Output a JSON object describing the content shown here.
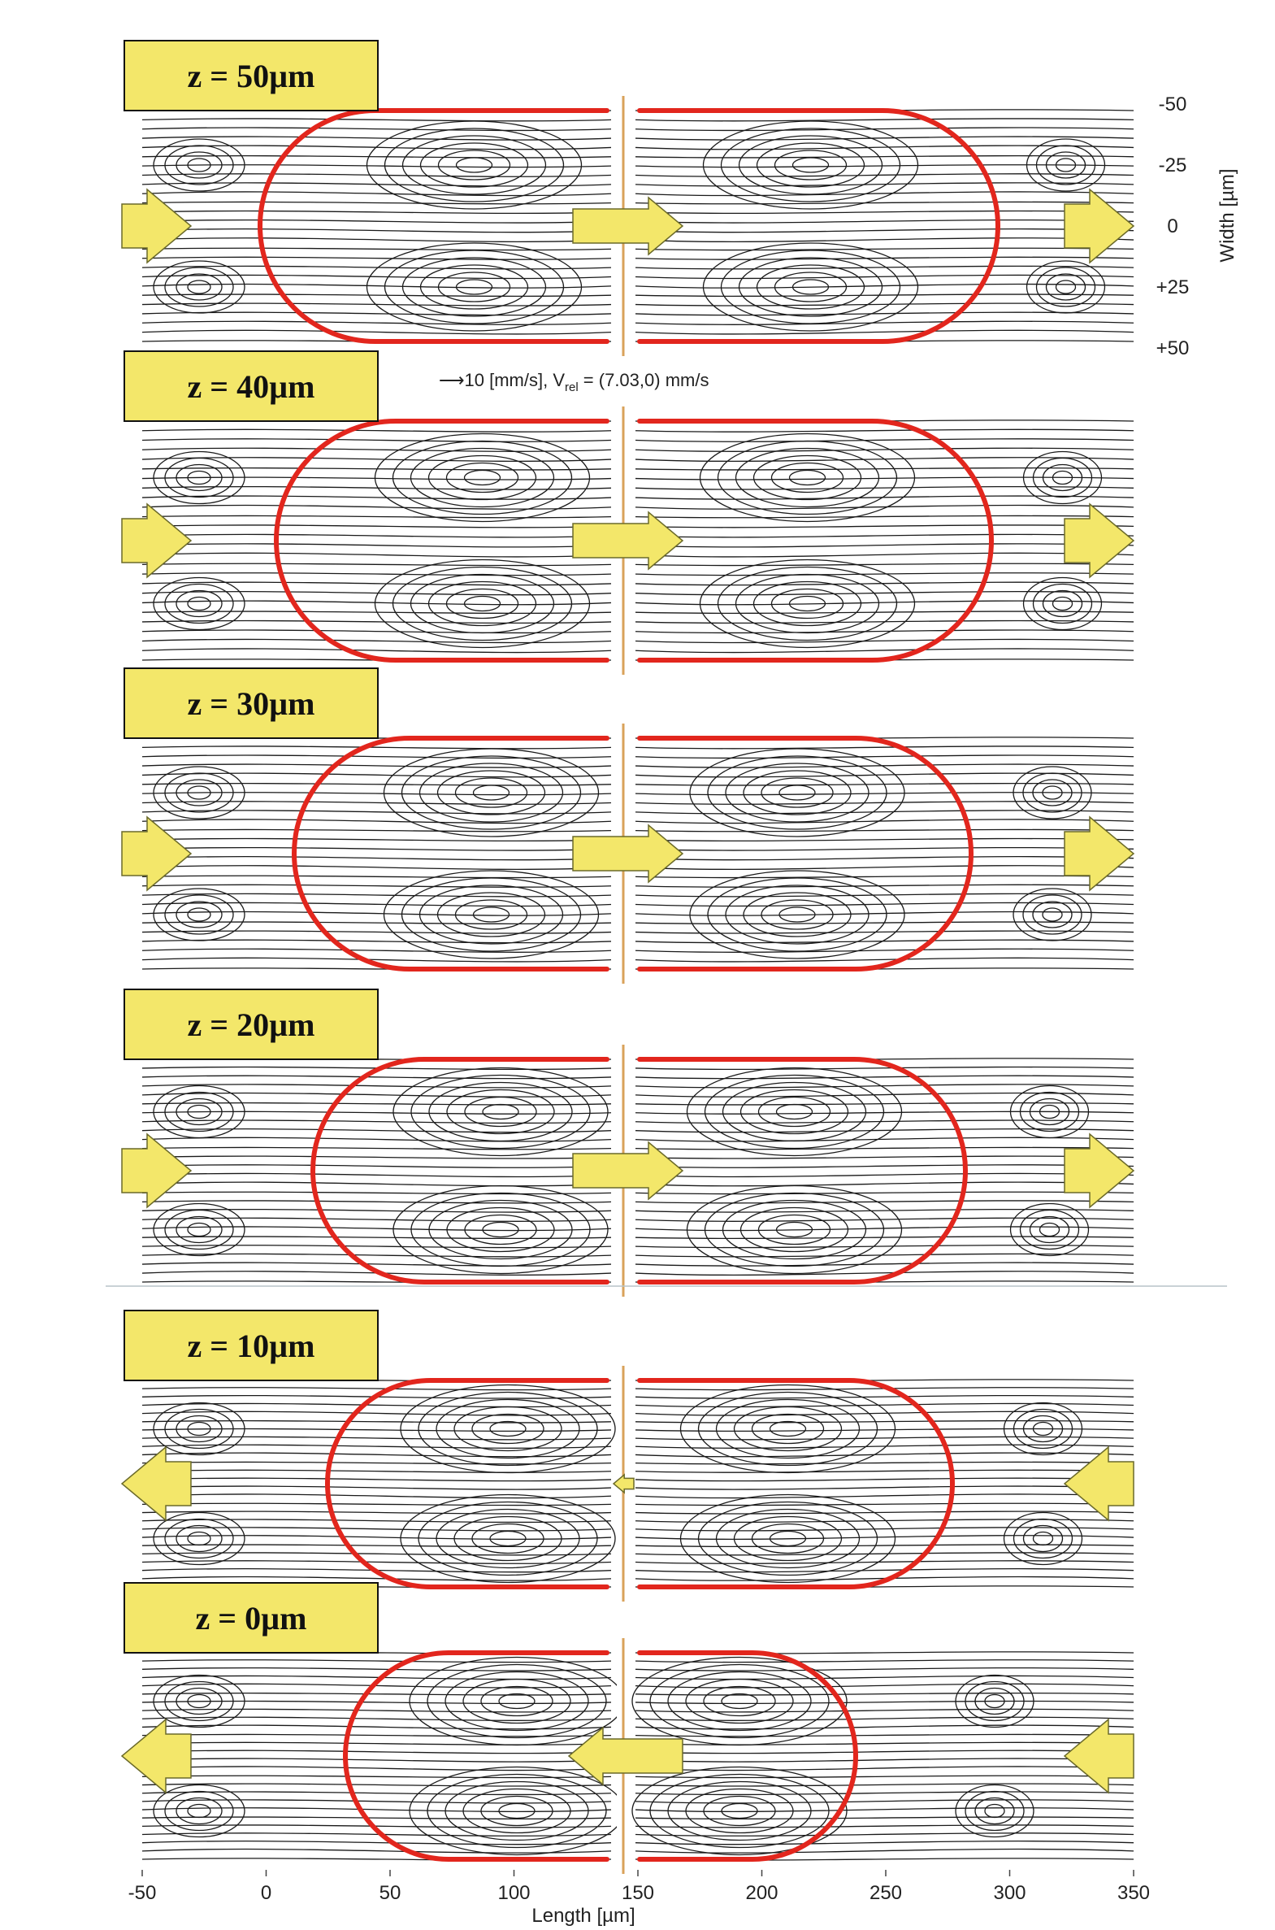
{
  "panels": [
    {
      "label": "z = 50µm",
      "flow": "right"
    },
    {
      "label": "z = 40µm",
      "flow": "right"
    },
    {
      "label": "z = 30µm",
      "flow": "right"
    },
    {
      "label": "z = 20µm",
      "flow": "right"
    },
    {
      "label": "z = 10µm",
      "flow": "left"
    },
    {
      "label": "z =  0µm",
      "flow": "left"
    }
  ],
  "scale_note": {
    "prefix": "⟶10 [mm/s], V",
    "subscript": "rel",
    "suffix": " = (7.03,0) mm/s"
  },
  "width_axis": {
    "title": "Width [µm]",
    "ticks": [
      "-50",
      "-25",
      "0",
      "+25",
      "+50"
    ]
  },
  "length_axis": {
    "title": "Length [µm]",
    "ticks": [
      "-50",
      "0",
      "50",
      "100",
      "150",
      "200",
      "250",
      "300",
      "350"
    ]
  },
  "colors": {
    "droplet": "#e2261d",
    "arrow": "#f3e76a",
    "streamline": "#1a1a1a",
    "divider": "#d9a25a"
  }
}
